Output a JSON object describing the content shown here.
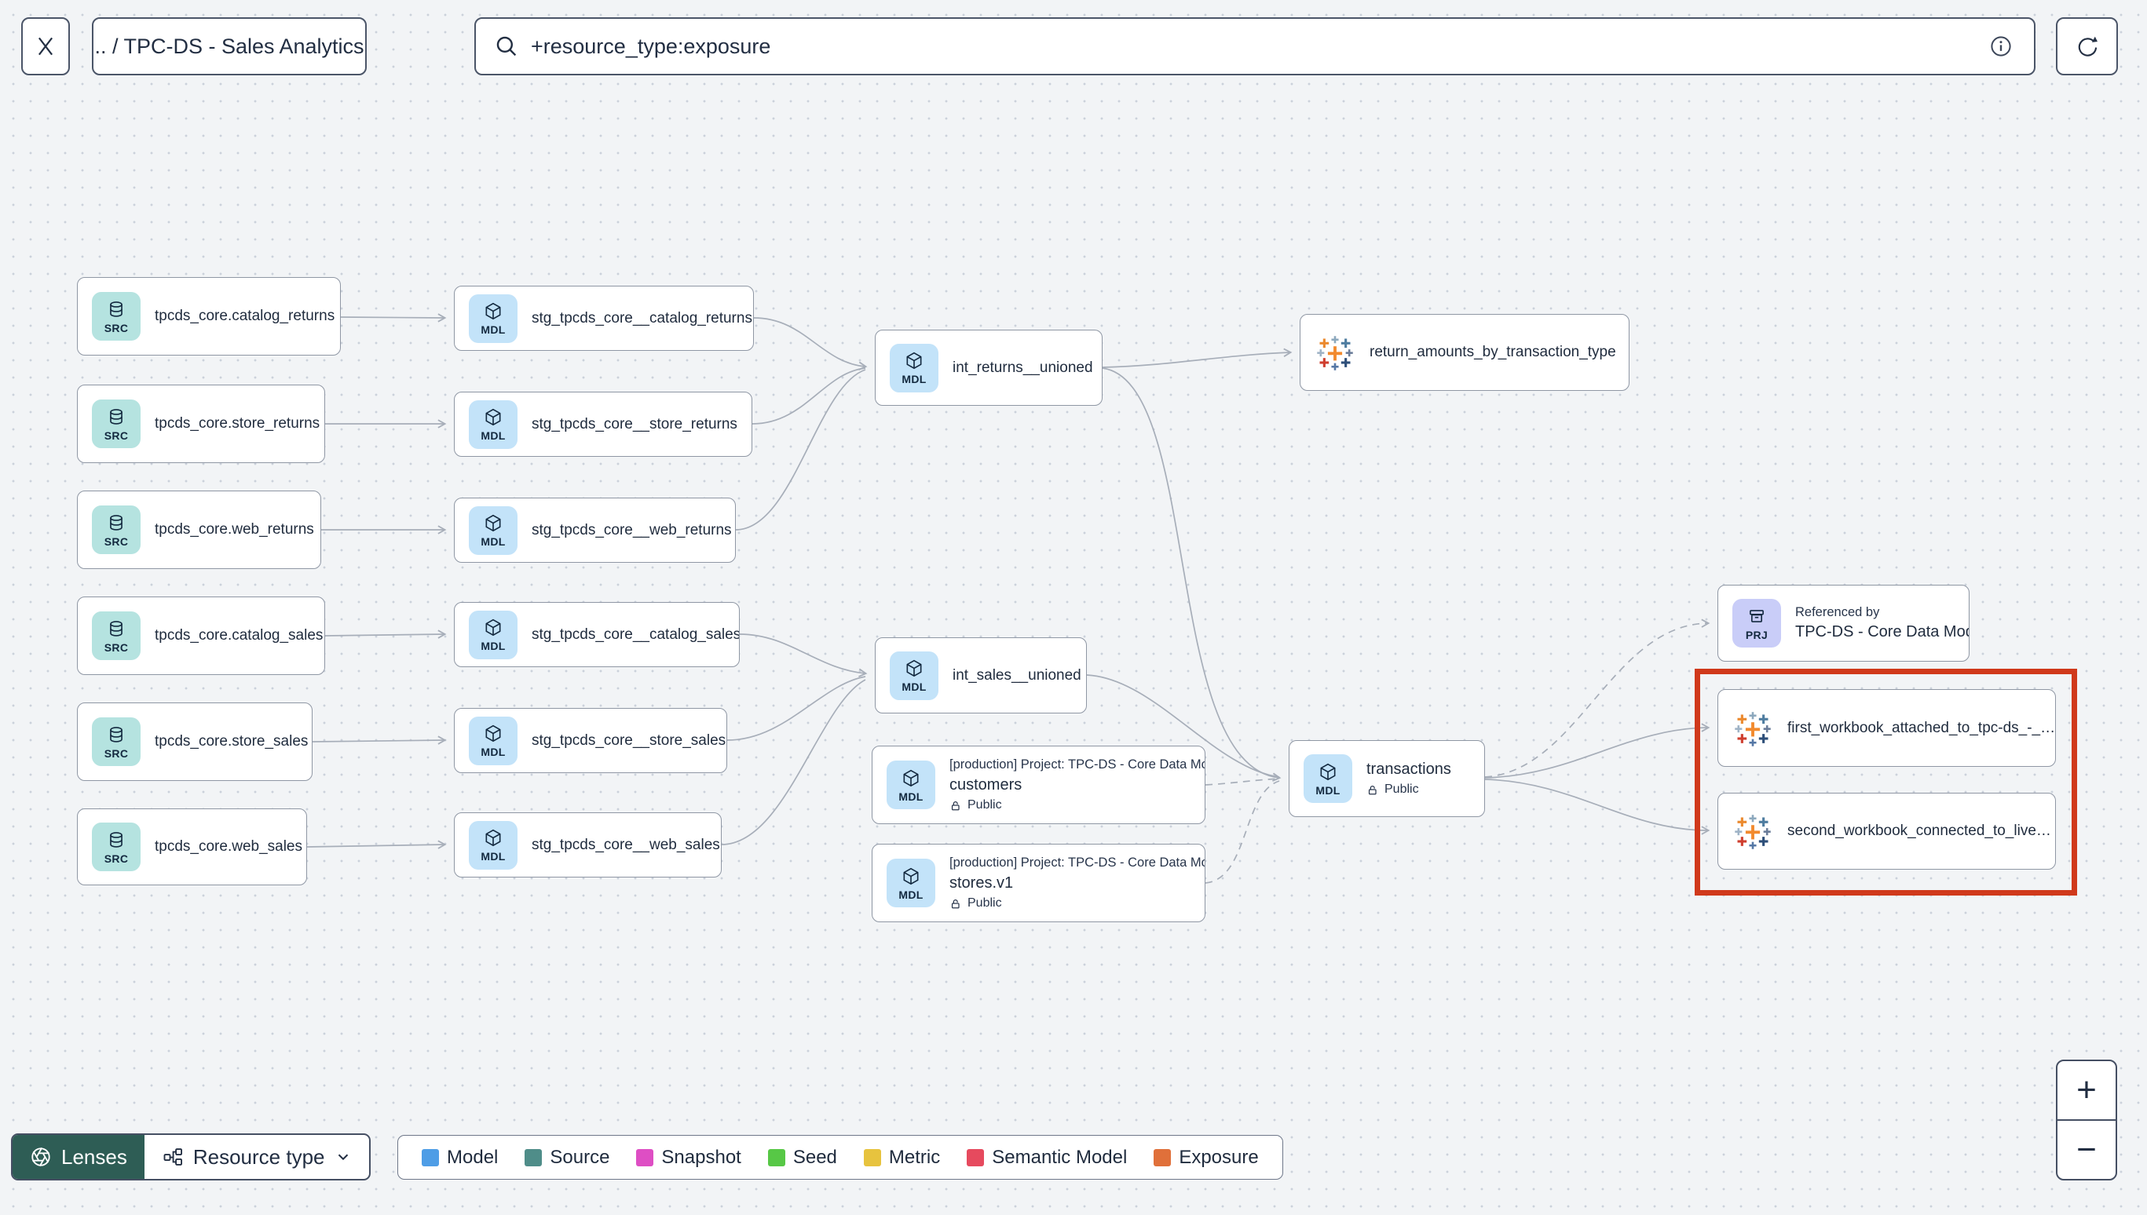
{
  "header": {
    "breadcrumb": ".. / TPC-DS - Sales Analytics",
    "search": {
      "value": "+resource_type:exposure",
      "placeholder": ""
    }
  },
  "graph": {
    "badges": {
      "source": "SRC",
      "model": "MDL",
      "project": "PRJ"
    },
    "nodes": [
      {
        "id": "src-catalog-returns",
        "type": "source",
        "label": "tpcds_core.catalog_returns"
      },
      {
        "id": "src-store-returns",
        "type": "source",
        "label": "tpcds_core.store_returns"
      },
      {
        "id": "src-web-returns",
        "type": "source",
        "label": "tpcds_core.web_returns"
      },
      {
        "id": "src-catalog-sales",
        "type": "source",
        "label": "tpcds_core.catalog_sales"
      },
      {
        "id": "src-store-sales",
        "type": "source",
        "label": "tpcds_core.store_sales"
      },
      {
        "id": "src-web-sales",
        "type": "source",
        "label": "tpcds_core.web_sales"
      },
      {
        "id": "stg-catalog-returns",
        "type": "model",
        "label": "stg_tpcds_core__catalog_returns"
      },
      {
        "id": "stg-store-returns",
        "type": "model",
        "label": "stg_tpcds_core__store_returns"
      },
      {
        "id": "stg-web-returns",
        "type": "model",
        "label": "stg_tpcds_core__web_returns"
      },
      {
        "id": "stg-catalog-sales",
        "type": "model",
        "label": "stg_tpcds_core__catalog_sales"
      },
      {
        "id": "stg-store-sales",
        "type": "model",
        "label": "stg_tpcds_core__store_sales"
      },
      {
        "id": "stg-web-sales",
        "type": "model",
        "label": "stg_tpcds_core__web_sales"
      },
      {
        "id": "int-returns-unioned",
        "type": "model",
        "label": "int_returns__unioned"
      },
      {
        "id": "exp-return-amounts",
        "type": "exposure",
        "label": "return_amounts_by_transaction_type"
      },
      {
        "id": "int-sales-unioned",
        "type": "model",
        "label": "int_sales__unioned"
      },
      {
        "id": "customers",
        "type": "model",
        "project": "[production] Project: TPC-DS - Core Data Mo…",
        "label": "customers",
        "visibility": "Public"
      },
      {
        "id": "stores-v1",
        "type": "model",
        "project": "[production] Project: TPC-DS - Core Data Mo…",
        "label": "stores.v1",
        "visibility": "Public"
      },
      {
        "id": "transactions",
        "type": "model",
        "label": "transactions",
        "visibility": "Public"
      },
      {
        "id": "referenced-by-project",
        "type": "project",
        "title": "Referenced by",
        "label": "TPC-DS - Core Data Models"
      },
      {
        "id": "exp-first-workbook",
        "type": "exposure",
        "label": "first_workbook_attached_to_tpc-ds_-_…"
      },
      {
        "id": "exp-second-workbook",
        "type": "exposure",
        "label": "second_workbook_connected_to_live…"
      }
    ]
  },
  "footer": {
    "lenses_label": "Lenses",
    "resource_type_label": "Resource type",
    "legend_items": [
      {
        "label": "Model",
        "color": "#4e9de6"
      },
      {
        "label": "Source",
        "color": "#4f8d89"
      },
      {
        "label": "Snapshot",
        "color": "#de4ec4"
      },
      {
        "label": "Seed",
        "color": "#57c846"
      },
      {
        "label": "Metric",
        "color": "#e7c33e"
      },
      {
        "label": "Semantic Model",
        "color": "#e64a5e"
      },
      {
        "label": "Exposure",
        "color": "#e0703a"
      }
    ]
  },
  "zoom": {
    "zoom_in": "+",
    "zoom_out": "−"
  },
  "colors": {
    "highlight_rect": "#d0391b",
    "source_tile": "#b5e3e0",
    "model_tile": "#c3e3f9",
    "project_tile": "#c9cdf8",
    "edge": "#a7aeb9",
    "lenses_bg": "#2e5d55"
  },
  "icons": {
    "close": "x-cross",
    "search": "magnifier",
    "info": "info-circle",
    "refresh": "circular-arrow",
    "lenses": "aperture",
    "resource_type": "hierarchy-squares",
    "chevron": "chevron-down",
    "visibility": "unlocked-padlock",
    "source": "database-cylinder",
    "model": "package-cube",
    "project": "archive-box",
    "exposure": "tableau-plus-grid"
  }
}
